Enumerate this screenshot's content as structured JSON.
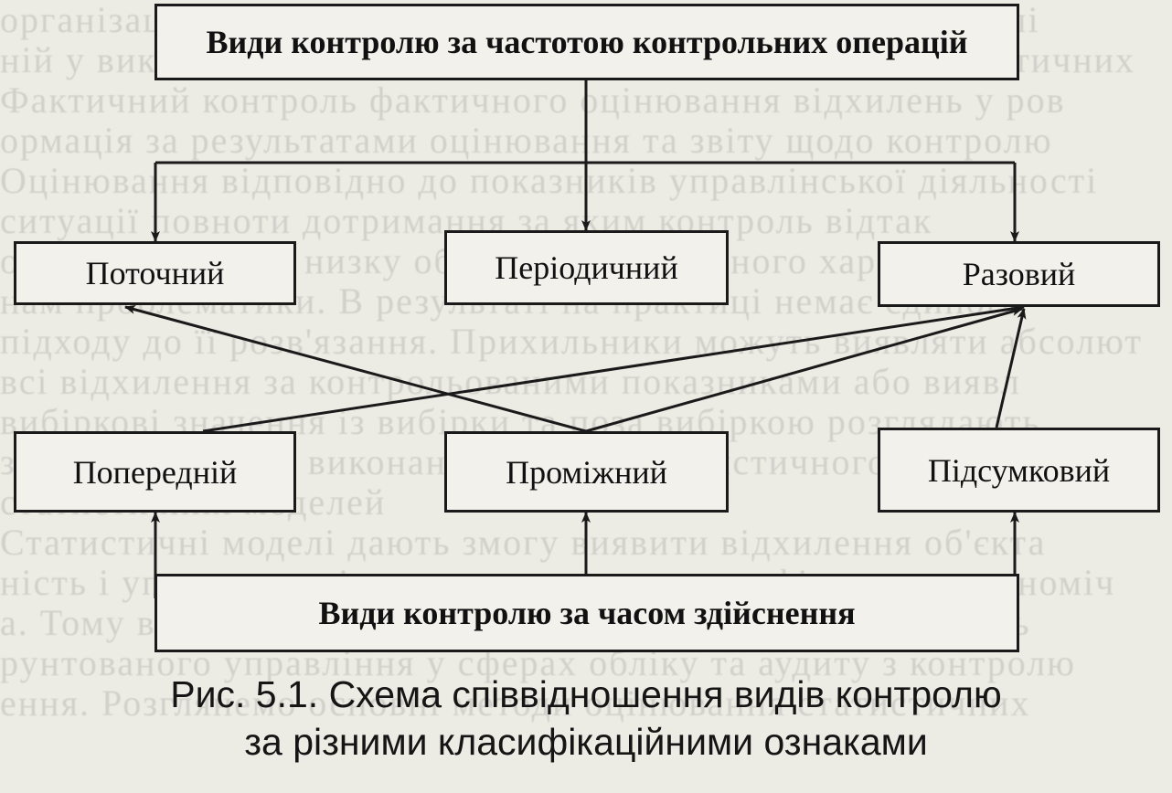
{
  "diagram": {
    "top_box": "Види контролю за частотою контрольних операцій",
    "bottom_box": "Види контролю за часом здійснення",
    "row1": [
      "Поточний",
      "Періодичний",
      "Разовий"
    ],
    "row2": [
      "Попередній",
      "Проміжний",
      "Підсумковий"
    ]
  },
  "caption": {
    "line1": "Рис. 5.1. Схема співвідношення видів контролю",
    "line2": "за різними класифікаційними ознаками"
  },
  "background_text": [
    "організаційного характеру аналізу фінансової стану управлі",
    "ній у виконанні завдань системи контролю та облік на фактичних",
    "Фактичний контроль фактичного оцінювання відхилень у ров",
    "ормація за результатами оцінювання та звіту щодо контролю",
    "Оцінювання відповідно до показників управлінської діяльності",
    "ситуації повноти дотримання за яким контроль відтак",
    "обмеження через низку обмежень практичного характеру — не з",
    "нам проблематики. В результаті на практиці немає єдиного",
    "підходу до її розв'язання. Прихильники можуть виявляти абсолют",
    "всі відхилення за контрольованими показниками або виявл",
    "вибіркові значення із вибірки та поза вибіркою розглядають",
    "значно: звичайно виконання методів статистичного оцінювання",
    "статистичних моделей",
    "Статистичні моделі дають змогу виявити відхилення об'єкта",
    "ність і упорядкованість статистичних даних фінансово-економіч",
    "а. Тому в використанні важливо отримати структурованість",
    "рунтованого управління у сферах обліку та аудиту з контролю",
    "ення. Розглянемо основні методи оцінювання статистичних"
  ]
}
